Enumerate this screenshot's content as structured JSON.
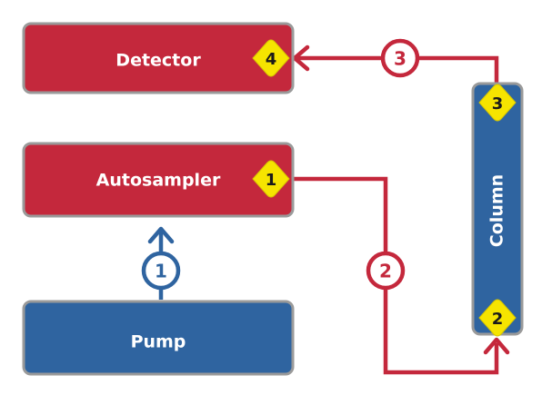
{
  "components": {
    "detector": "Detector",
    "autosampler": "Autosampler",
    "pump": "Pump",
    "column": "Column"
  },
  "ports": {
    "autosampler_out": "1",
    "column_in": "2",
    "column_out": "3",
    "detector_in": "4"
  },
  "steps": {
    "pump_to_autosampler": "1",
    "autosampler_to_column": "2",
    "column_to_detector": "3"
  },
  "colors": {
    "red_component": "#c4283c",
    "blue_component": "#2f64a0",
    "red_flow": "#c4283c",
    "blue_flow": "#2f64a0",
    "port_fill": "#f6e400",
    "border": "#9a9a9a"
  }
}
